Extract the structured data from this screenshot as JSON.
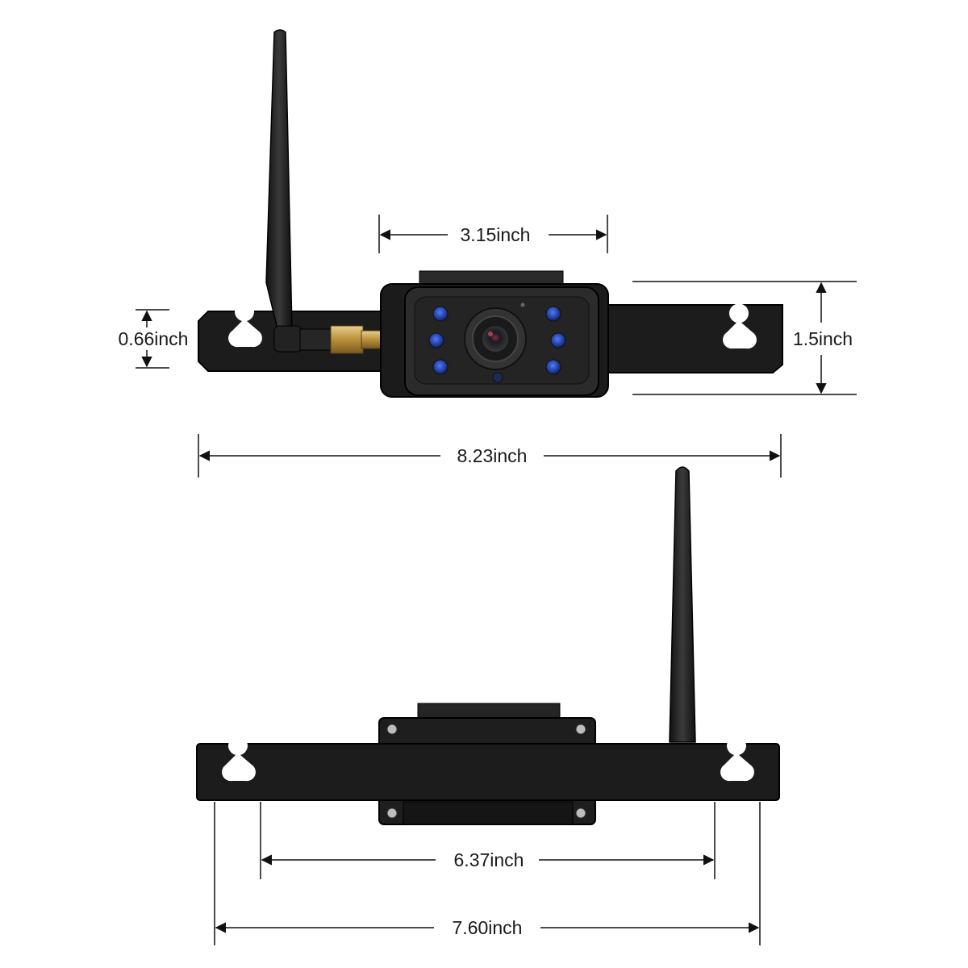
{
  "dimensions": {
    "top_camera_width": "3.15inch",
    "bracket_height": "0.66inch",
    "top_overall_height": "1.5inch",
    "top_overall_width": "8.23inch",
    "bottom_hole_spacing": "6.37inch",
    "bottom_overall_width": "7.60inch"
  },
  "colors": {
    "body": "#1b1b1b",
    "body_edge": "#000000",
    "led": "#1e3fa8",
    "lens": "#2a2a2a",
    "connector": "#c9a24a",
    "dimension_line": "#111111"
  }
}
